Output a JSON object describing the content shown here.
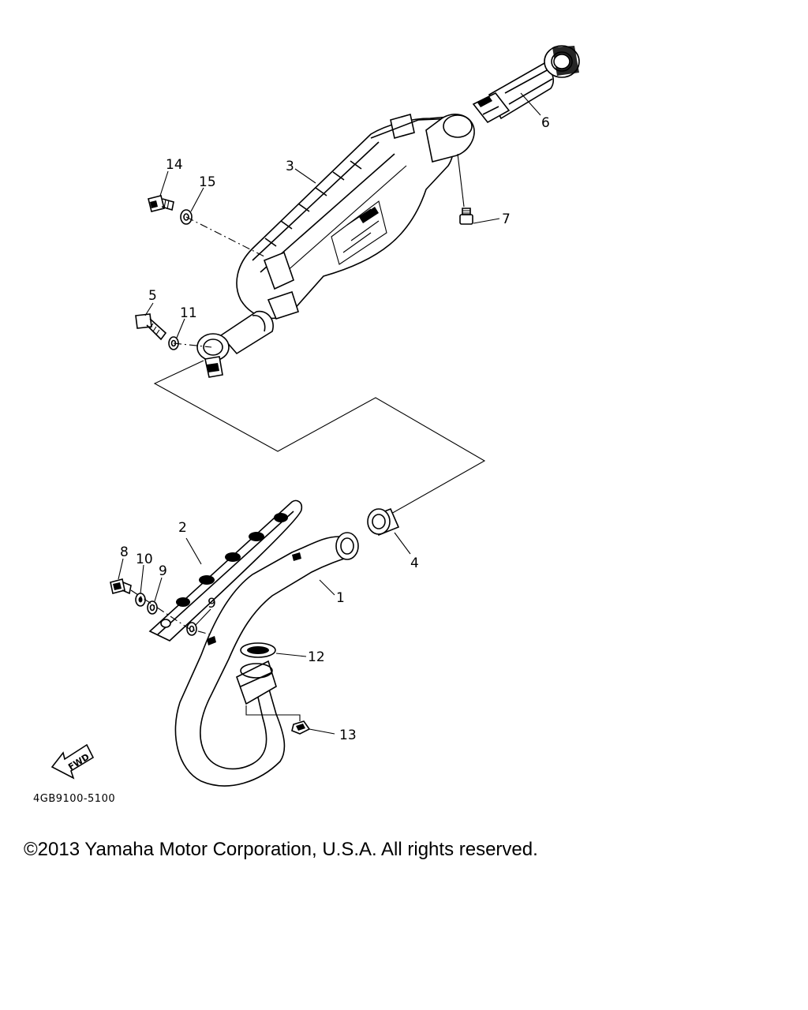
{
  "parts": [
    {
      "id": "part-1",
      "number": "1"
    },
    {
      "id": "part-2",
      "number": "2"
    },
    {
      "id": "part-3",
      "number": "3"
    },
    {
      "id": "part-4",
      "number": "4"
    },
    {
      "id": "part-5",
      "number": "5"
    },
    {
      "id": "part-6",
      "number": "6"
    },
    {
      "id": "part-7",
      "number": "7"
    },
    {
      "id": "part-8",
      "number": "8"
    },
    {
      "id": "part-9a",
      "number": "9"
    },
    {
      "id": "part-9b",
      "number": "9"
    },
    {
      "id": "part-10",
      "number": "10"
    },
    {
      "id": "part-11",
      "number": "11"
    },
    {
      "id": "part-12",
      "number": "12"
    },
    {
      "id": "part-13",
      "number": "13"
    },
    {
      "id": "part-14",
      "number": "14"
    },
    {
      "id": "part-15",
      "number": "15"
    }
  ],
  "direction_marker": "FWD",
  "diagram_code": "4GB9100-5100",
  "copyright": "©2013 Yamaha Motor Corporation, U.S.A. All rights reserved."
}
